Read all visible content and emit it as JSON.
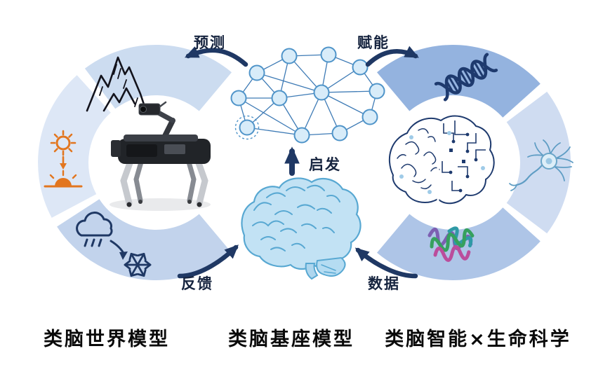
{
  "diagram": {
    "arrows": {
      "predict_label": "预测",
      "empower_label": "赋能",
      "inspire_label": "启发",
      "feedback_label": "反馈",
      "data_label": "数据"
    },
    "captions": {
      "left": "类脑世界模型",
      "center": "类脑基座模型",
      "right": "类脑智能×生命科学"
    },
    "left_ring": {
      "meaning": "brain-inspired world model",
      "segment_icons": [
        "mountain-icon",
        "sunrise-icon",
        "rain-to-snow-icon"
      ],
      "center_image": "robot-dog-image"
    },
    "right_ring": {
      "meaning": "brain-inspired intelligence x life science",
      "segment_icons": [
        "dna-icon",
        "neuron-icon",
        "protein-icon"
      ],
      "center_image": "brain-circuit-icon"
    },
    "center": {
      "top_icon": "neural-network-icon",
      "bottom_icon": "brain-icon"
    },
    "colors": {
      "arrow_navy": "#1f3864",
      "label_text": "#16243f",
      "caption_text": "#0a0a0a",
      "sun_orange": "#e2761f",
      "ring_light": "#ccdcf0",
      "ring_lighter": "#dde7f6",
      "ring_medium": "#b7c9e8",
      "ring_dark": "#94b3df",
      "network_node_fill": "#d8ecf9",
      "network_node_stroke": "#4f94c9",
      "brain_fill": "#c2e2f4",
      "brain_stroke": "#58a8d2",
      "circuit_navy": "#1e3a6e"
    }
  }
}
